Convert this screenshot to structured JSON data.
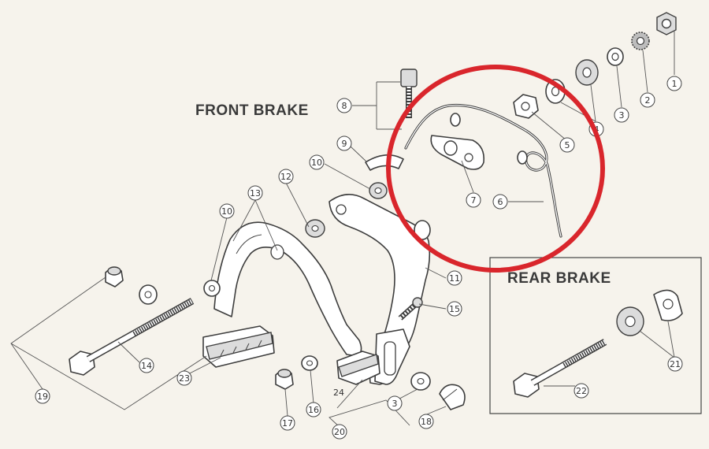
{
  "labels": {
    "front_brake": "FRONT BRAKE",
    "rear_brake": "REAR BRAKE"
  },
  "callouts": [
    "1",
    "2",
    "3",
    "4",
    "5",
    "6",
    "7",
    "8",
    "9",
    "10",
    "10",
    "11",
    "12",
    "13",
    "14",
    "15",
    "16",
    "17",
    "18",
    "19",
    "20",
    "21",
    "22",
    "23",
    "24",
    "3"
  ],
  "colors": {
    "background": "#f6f3ec",
    "line": "#3d3d3d",
    "highlight_circle": "#d9262c"
  }
}
